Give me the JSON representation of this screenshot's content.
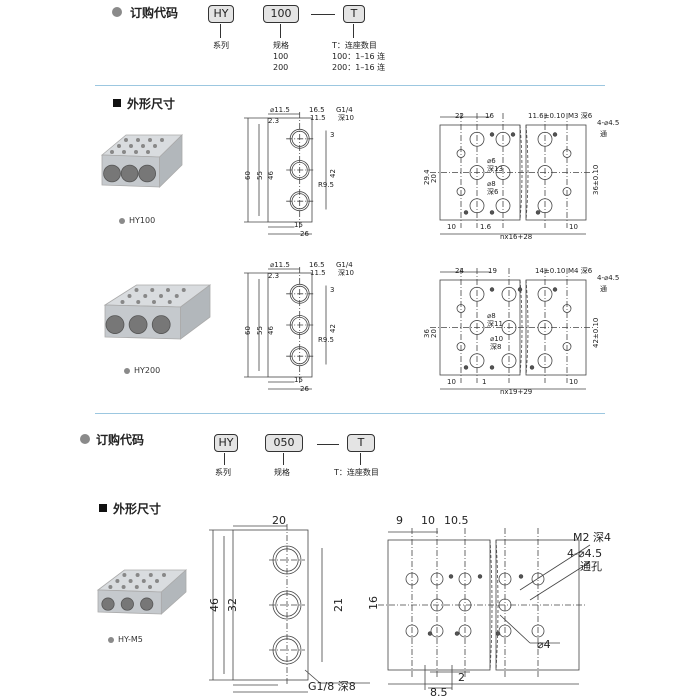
{
  "order1": {
    "title": "订购代码",
    "box_series": "HY",
    "box_spec": "100",
    "box_t": "T",
    "series_label": "系列",
    "spec_label": "规格",
    "spec_values": [
      "100",
      "200"
    ],
    "t_label": "T：连座数目",
    "t_values": [
      "100：1–16 连",
      "200：1–16 连"
    ]
  },
  "dims1": {
    "title": "外形尺寸"
  },
  "hy100": {
    "name": "HY100",
    "side": [
      "⌀11.5",
      "16.5",
      "G1/4",
      "深10",
      "11.5",
      "2.3",
      "3",
      "60",
      "55",
      "46",
      "42",
      "R9.5",
      "15",
      "26"
    ],
    "top": [
      "22",
      "16",
      "11.6±0.10",
      "M3 深6",
      "4-⌀4.5",
      "通",
      "29.4",
      "20",
      "⌀6",
      "深13",
      "⌀8",
      "深6",
      "36±0.10",
      "10",
      "1.6",
      "10",
      "nx16+28"
    ]
  },
  "hy200": {
    "name": "HY200",
    "side": [
      "⌀11.5",
      "16.5",
      "G1/4",
      "深10",
      "11.5",
      "2.3",
      "3",
      "60",
      "55",
      "46",
      "42",
      "R9.5",
      "15",
      "26"
    ],
    "top": [
      "24",
      "19",
      "14±0.10",
      "M4 深6",
      "4-⌀4.5",
      "通",
      "36",
      "20",
      "⌀8",
      "深11",
      "⌀10",
      "深8",
      "42±0.10",
      "10",
      "1",
      "10",
      "nx19+29"
    ]
  },
  "order2": {
    "title": "订购代码",
    "box_series": "HY",
    "box_spec": "050",
    "box_t": "T",
    "series_label": "系列",
    "spec_label": "规格",
    "t_label": "T：连座数目"
  },
  "dims2": {
    "title": "外形尺寸"
  },
  "hym5": {
    "name": "HY-M5",
    "side": [
      "20",
      "46",
      "32",
      "G1/8 深8"
    ],
    "top": [
      "9",
      "10",
      "10.5",
      "M2 深4",
      "4-⌀4.5",
      "通孔",
      "21",
      "16",
      "⌀4",
      "2",
      "8.5"
    ]
  },
  "colors": {
    "divider": "#9cc7e0",
    "box_fill": "#e4e4e4",
    "bullet": "#8a8a8a"
  }
}
